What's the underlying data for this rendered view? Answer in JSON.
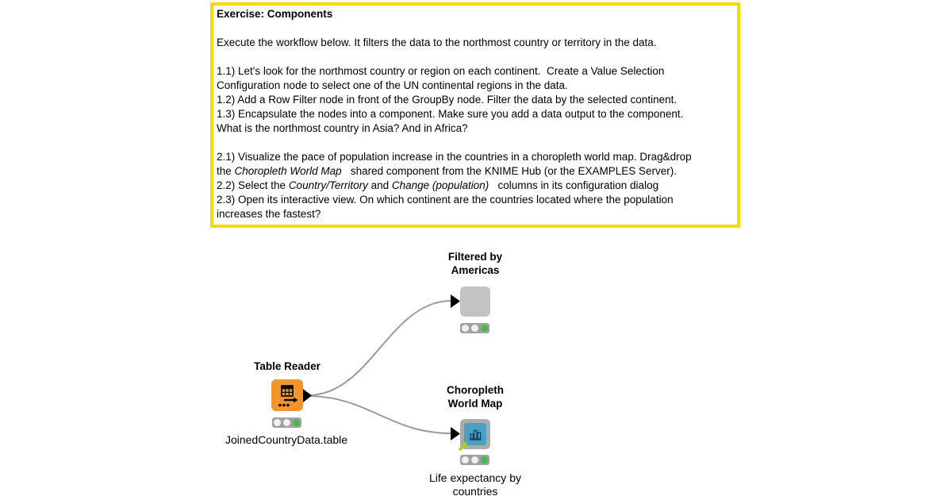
{
  "annotation": {
    "border_color": "#FFD800",
    "title": "Exercise: Components",
    "lines": [
      {
        "segments": []
      },
      {
        "segments": [
          {
            "text": "Execute the workflow below. It filters the data to the northmost country or territory in the data."
          }
        ]
      },
      {
        "segments": []
      },
      {
        "segments": [
          {
            "text": "1.1) Let's look for the northmost country or region on each continent.  Create a Value Selection"
          }
        ]
      },
      {
        "segments": [
          {
            "text": "Configuration node to select one of the UN continental regions in the data."
          }
        ]
      },
      {
        "segments": [
          {
            "text": "1.2) Add a Row Filter node in front of the GroupBy node. Filter the data by the selected continent."
          }
        ]
      },
      {
        "segments": [
          {
            "text": "1.3) Encapsulate the nodes into a component. Make sure you add a data output to the component."
          }
        ]
      },
      {
        "segments": [
          {
            "text": "What is the northmost country in Asia? And in Africa?"
          }
        ]
      },
      {
        "segments": []
      },
      {
        "segments": [
          {
            "text": "2.1) Visualize the pace of population increase in the countries in a choropleth world map. Drag&drop"
          }
        ]
      },
      {
        "segments": [
          {
            "text": "the "
          },
          {
            "text": "Choropleth World Map",
            "italic": true
          },
          {
            "text": "   shared component from the KNIME Hub (or the EXAMPLES Server)."
          }
        ]
      },
      {
        "segments": [
          {
            "text": "2.2) Select the "
          },
          {
            "text": "Country/Territory",
            "italic": true
          },
          {
            "text": " and "
          },
          {
            "text": "Change (population)",
            "italic": true
          },
          {
            "text": "   columns in its configuration dialog"
          }
        ]
      },
      {
        "segments": [
          {
            "text": "2.3) Open its interactive view. On which continent are the countries located where the population"
          }
        ]
      },
      {
        "segments": [
          {
            "text": "increases the fastest?"
          }
        ]
      }
    ]
  },
  "workflow": {
    "table_reader": {
      "title": "Table Reader",
      "label": "JoinedCountryData.table",
      "body_color": "#F2962C",
      "status": "executed"
    },
    "filtered_component": {
      "title": "Filtered by\nAmericas",
      "body_color": "#C3C3C3",
      "status": "executed"
    },
    "choropleth_component": {
      "title": "Choropleth\nWorld Map",
      "label": "Life expectancy by\ncountries",
      "frame_color": "#ABABAB",
      "icon_bg_color": "#4AA0C4",
      "link_arrow_color": "#A6CE27",
      "status": "executed"
    },
    "connection_color": "#9B9B9B",
    "status_light": {
      "inactive_color": "#F0F0F0",
      "active_color": "#4CB84C",
      "background_color": "#A1A1A1"
    }
  }
}
